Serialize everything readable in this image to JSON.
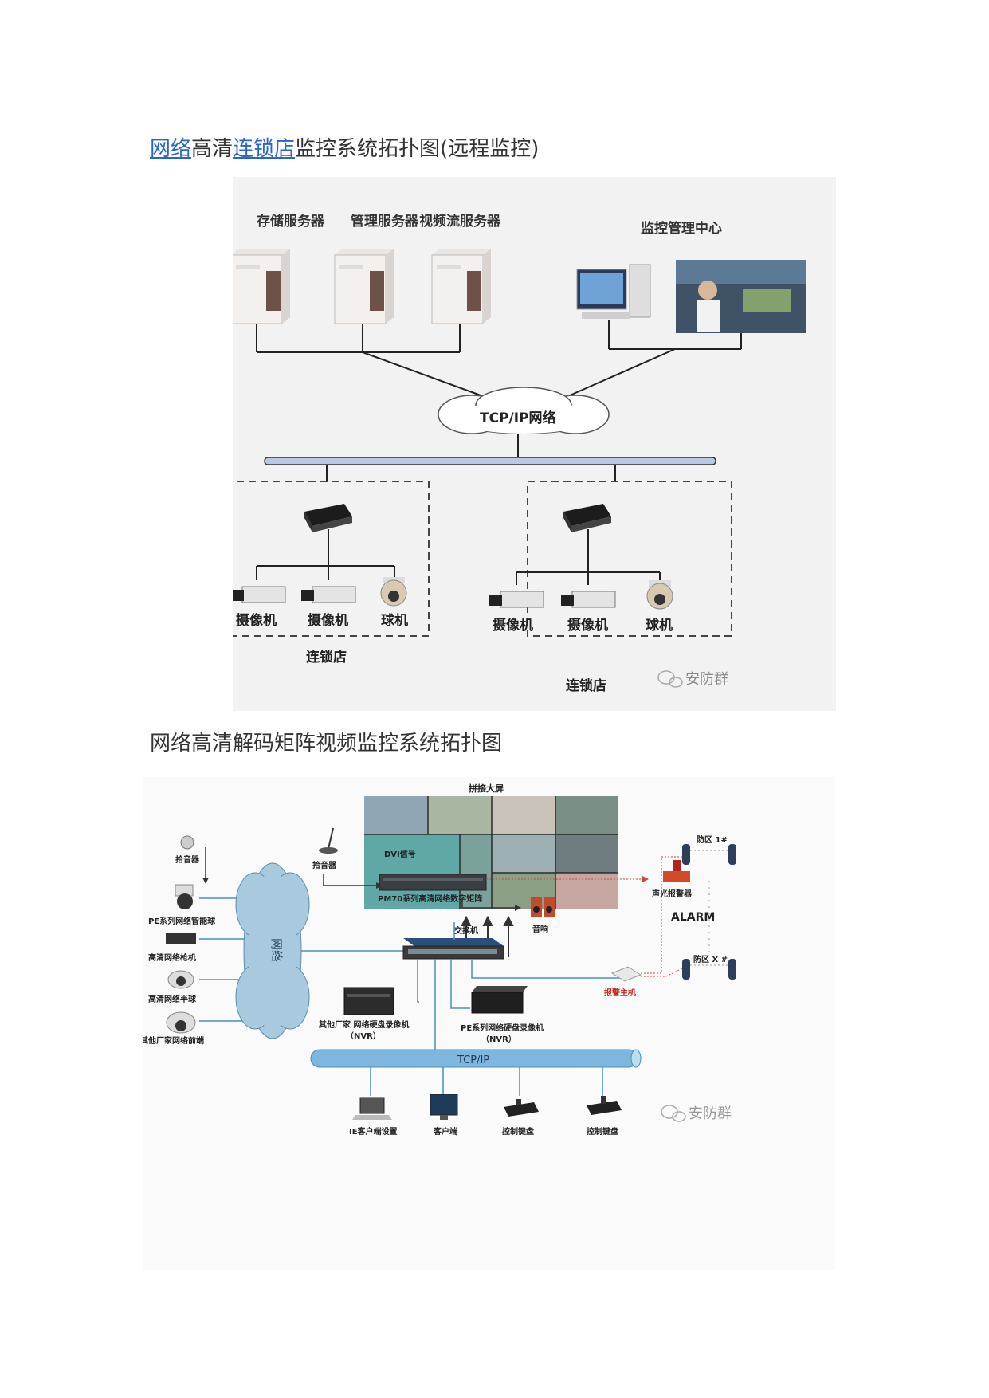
{
  "heading1": {
    "part1": "网络",
    "part2": "高清",
    "part3": "连锁店",
    "part4": "监控系统拓扑图(远程监控)"
  },
  "heading2": "网络高清解码矩阵视频监控系统拓扑图",
  "figure1": {
    "servers": [
      "存储服务器",
      "管理服务器",
      "视频流服务器"
    ],
    "center": "监控管理中心",
    "network": "TCP/IP网络",
    "stores": [
      {
        "devices": [
          "摄像机",
          "摄像机",
          "球机"
        ],
        "label": "连锁店"
      },
      {
        "devices": [
          "摄像机",
          "摄像机",
          "球机"
        ],
        "label": "连锁店"
      }
    ],
    "watermark": "安防群"
  },
  "figure2": {
    "videowall": "拼接大屏",
    "left_devices": [
      "拾音器",
      "PE系列网络智能球",
      "高清网络枪机",
      "高清网络半球",
      "其他厂家网络前端"
    ],
    "cloud": "网络",
    "mic": "拾音器",
    "dvi": "DVI信号",
    "matrix": "PM70系列高清网络数字矩阵",
    "speaker": "音响",
    "alarm_light": "声光报警器",
    "switch": "交换机",
    "nvr1": [
      "其他厂家 网络硬盘录像机",
      "（NVR）"
    ],
    "nvr2": [
      "PE系列网络硬盘录像机",
      "（NVR）"
    ],
    "alarm_host": "报警主机",
    "zone1": "防区 1#",
    "zoneX": "防区 X #",
    "alarm": "ALARM",
    "bus": "TCP/IP",
    "clients": [
      "IE客户端设置",
      "客户端",
      "控制键盘",
      "控制键盘"
    ],
    "watermark": "安防群"
  }
}
